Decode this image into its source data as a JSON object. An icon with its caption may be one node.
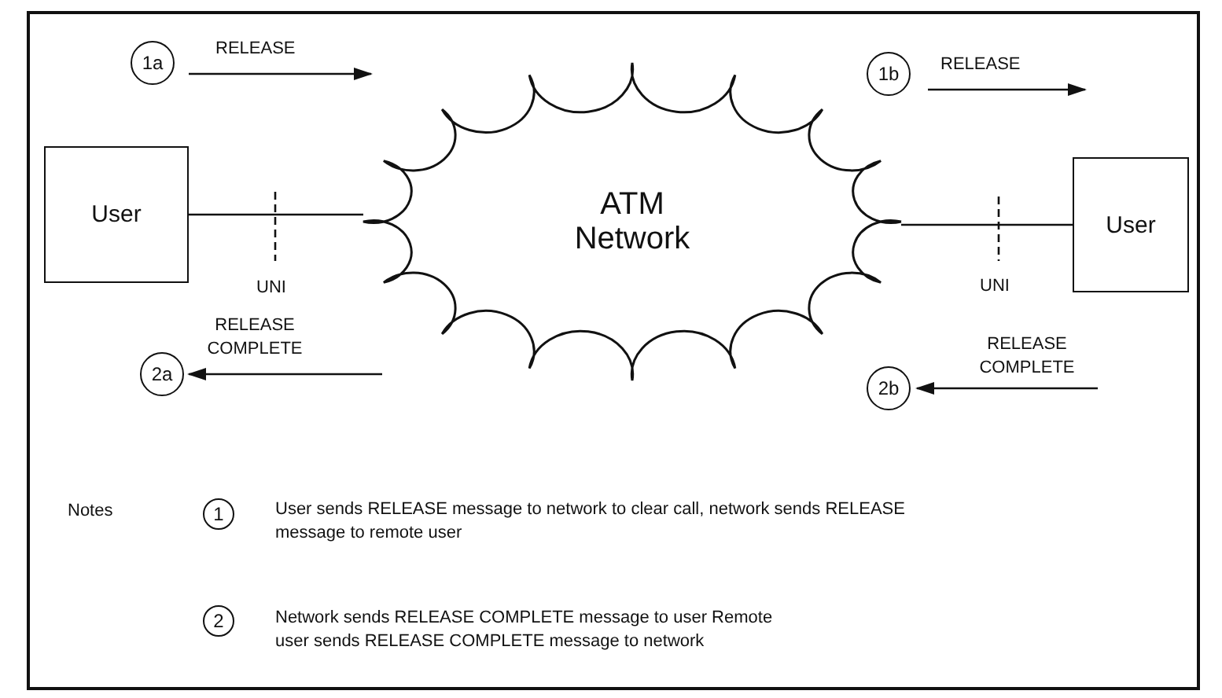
{
  "diagram": {
    "nodes": [
      {
        "text": [
          "1a"
        ],
        "beside": [
          "RELEASE"
        ]
      },
      {
        "text": [
          "1b"
        ],
        "beside": [
          "RELEASE"
        ]
      },
      {
        "text": [
          "User"
        ]
      },
      {
        "text": [
          "ATM Network"
        ]
      },
      {
        "text": [
          "User"
        ]
      },
      {
        "text": [
          "2a"
        ],
        "beside": [
          "RELEASE COMPLETE"
        ]
      },
      {
        "text": [
          "2b"
        ],
        "beside": [
          "RELEASE COMPLETE"
        ]
      },
      {
        "text": [
          "1"
        ],
        "beside": [
          "User sends RELEASE message to network to clear call, network sends RELEASE message to remote user"
        ]
      },
      {
        "text": [
          "2"
        ],
        "beside": [
          "Network sends RELEASE COMPLETE message to user Remote user sends RELEASE COMPLETE message to network"
        ]
      }
    ],
    "edges": [
      {
        "from": 2,
        "to": 3,
        "arrow": "none"
      },
      {
        "from": 3,
        "to": 4,
        "arrow": "none"
      }
    ],
    "labels": [
      "UNI",
      "UNI",
      "Notes"
    ]
  }
}
